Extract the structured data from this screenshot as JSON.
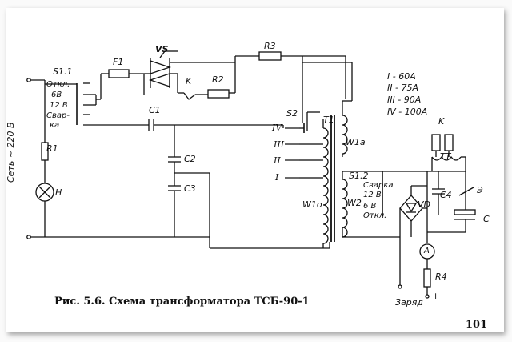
{
  "caption": "Рис. 5.6. Схема трансформатора ТСБ-90-1",
  "page_number": "101",
  "legend": {
    "i": "I - 60A",
    "ii": "II - 75A",
    "iii": "III - 90A",
    "iv": "IV - 100A"
  },
  "labels": {
    "s1_1": "S1.1",
    "s1_off": "Откл.",
    "s1_6v": "6В",
    "s1_12v": "12 В",
    "s1_welding_1": "Свар-",
    "s1_welding_2": "ка",
    "f1": "F1",
    "vs": "VS",
    "k_contact": "K",
    "r2": "R2",
    "r3": "R3",
    "c1": "C1",
    "c2": "C2",
    "c3": "C3",
    "r1": "R1",
    "h": "H",
    "mains": "Сеть ~ 220 В",
    "s2": "S2",
    "tap_iv": "IV",
    "tap_iii": "III",
    "tap_ii": "II",
    "tap_i": "I",
    "t1": "T1",
    "w1a": "W1a",
    "w1o": "W1o",
    "w2": "W2",
    "s1_2": "S1.2",
    "s1_2_welding": "Сварка",
    "s1_2_12v": "12 В",
    "s1_2_6v": "6 В",
    "s1_2_off": "Откл.",
    "vd": "VD",
    "c4": "C4",
    "k_relay": "K",
    "tt": "TT",
    "e": "Э",
    "c": "C",
    "a": "A",
    "r4": "R4",
    "minus": "−",
    "plus": "+",
    "charge": "Заряд"
  }
}
